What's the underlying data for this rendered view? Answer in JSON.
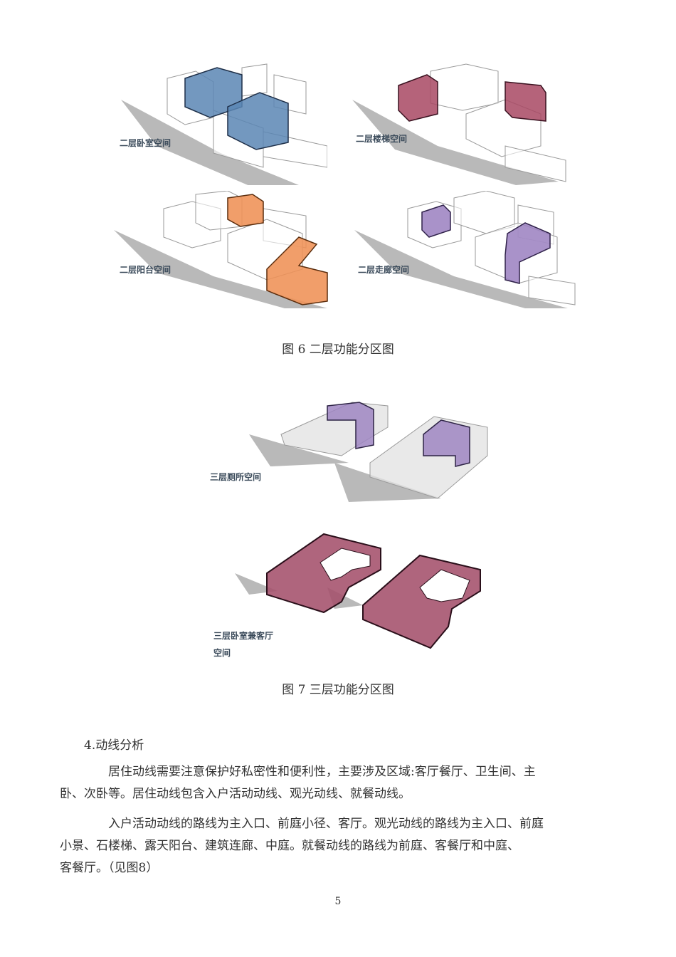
{
  "figure6": {
    "caption": "图 6  二层功能分区图",
    "panels": [
      {
        "label": "二层卧室空间",
        "highlight_color": "#5b86b4"
      },
      {
        "label": "二层楼梯空间",
        "highlight_color": "#a84863"
      },
      {
        "label": "二层阳台空间",
        "highlight_color": "#ef9155"
      },
      {
        "label": "二层走廊空间",
        "highlight_color": "#9a7fbf"
      }
    ]
  },
  "figure7": {
    "caption": "图 7  三层功能分区图",
    "panels": [
      {
        "label": "三层厕所空间",
        "highlight_color": "#9f86c2"
      },
      {
        "label_line1": "三层卧室兼客厅",
        "label_line2": "空间",
        "highlight_color": "#a4506b"
      }
    ]
  },
  "section": {
    "heading": "4.动线分析",
    "paragraphs": [
      {
        "lines": [
          "居住动线需要注意保护好私密性和便利性，主要涉及区域:客厅餐厅、卫生间、主",
          "卧、次卧等。居住动线包含入户活动动线、观光动线、就餐动线。"
        ]
      },
      {
        "lines": [
          "入户活动动线的路线为主入口、前庭小径、客厅。观光动线的路线为主入口、前庭",
          "小景、石楼梯、露天阳台、建筑连廊、中庭。就餐动线的路线为前庭、客餐厅和中庭、",
          "客餐厅。（见图8）"
        ]
      }
    ]
  },
  "page_number": "5"
}
